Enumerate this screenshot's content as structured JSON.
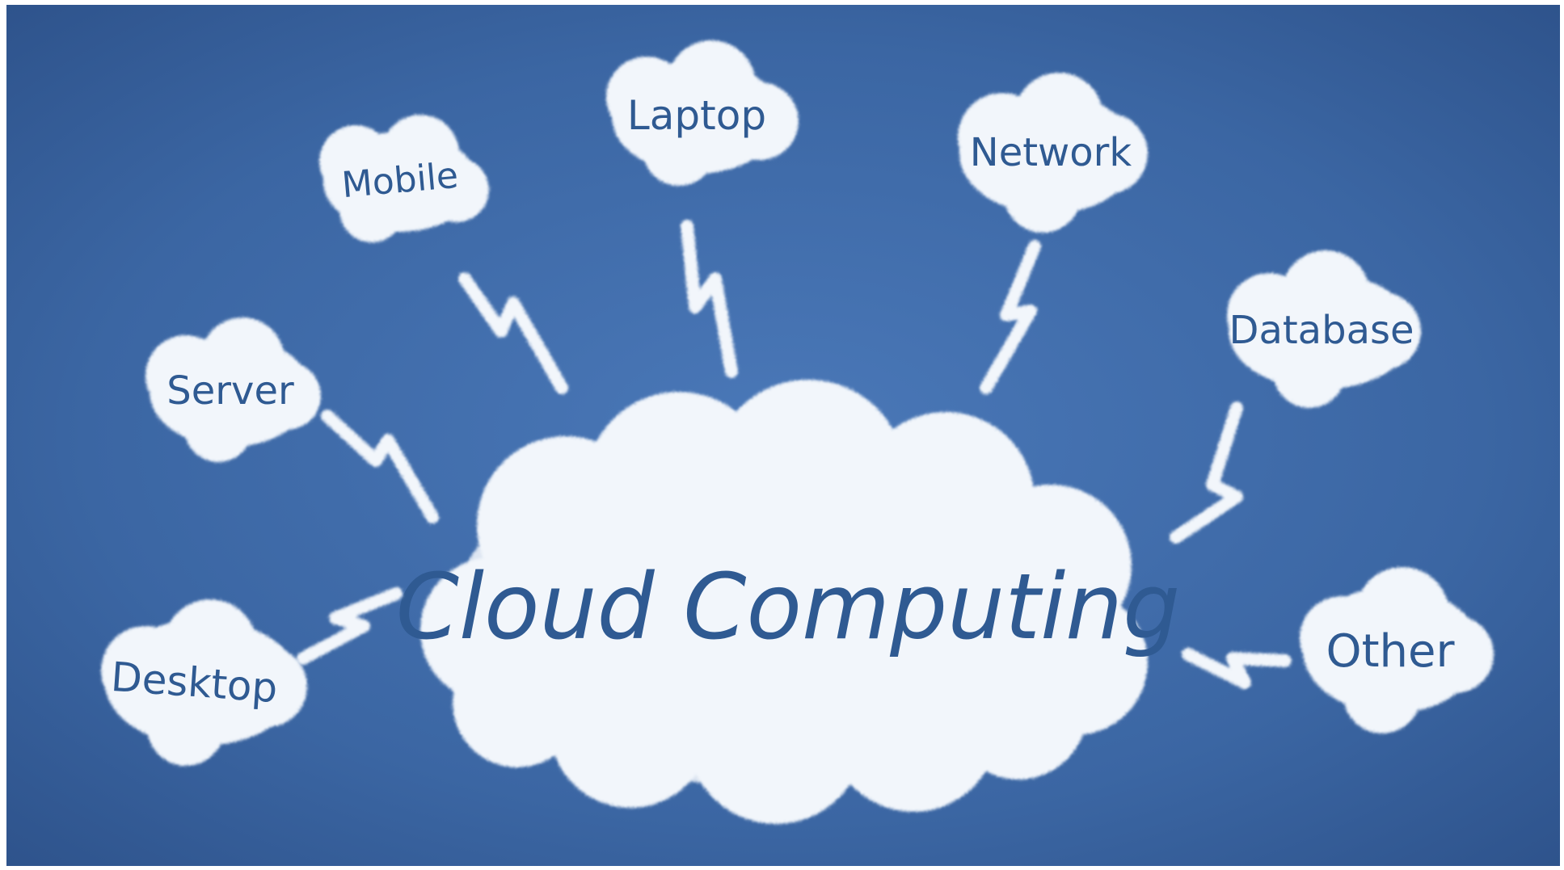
{
  "diagram": {
    "center_label": "Cloud Computing",
    "nodes": {
      "mobile": "Mobile",
      "laptop": "Laptop",
      "network": "Network",
      "server": "Server",
      "database": "Database",
      "desktop": "Desktop",
      "other": "Other"
    }
  },
  "colors": {
    "background_light": "#4a78b8",
    "background_dark": "#2f5a92",
    "cloud_fill": "#f2f6fb",
    "text": "#2f5a92"
  }
}
